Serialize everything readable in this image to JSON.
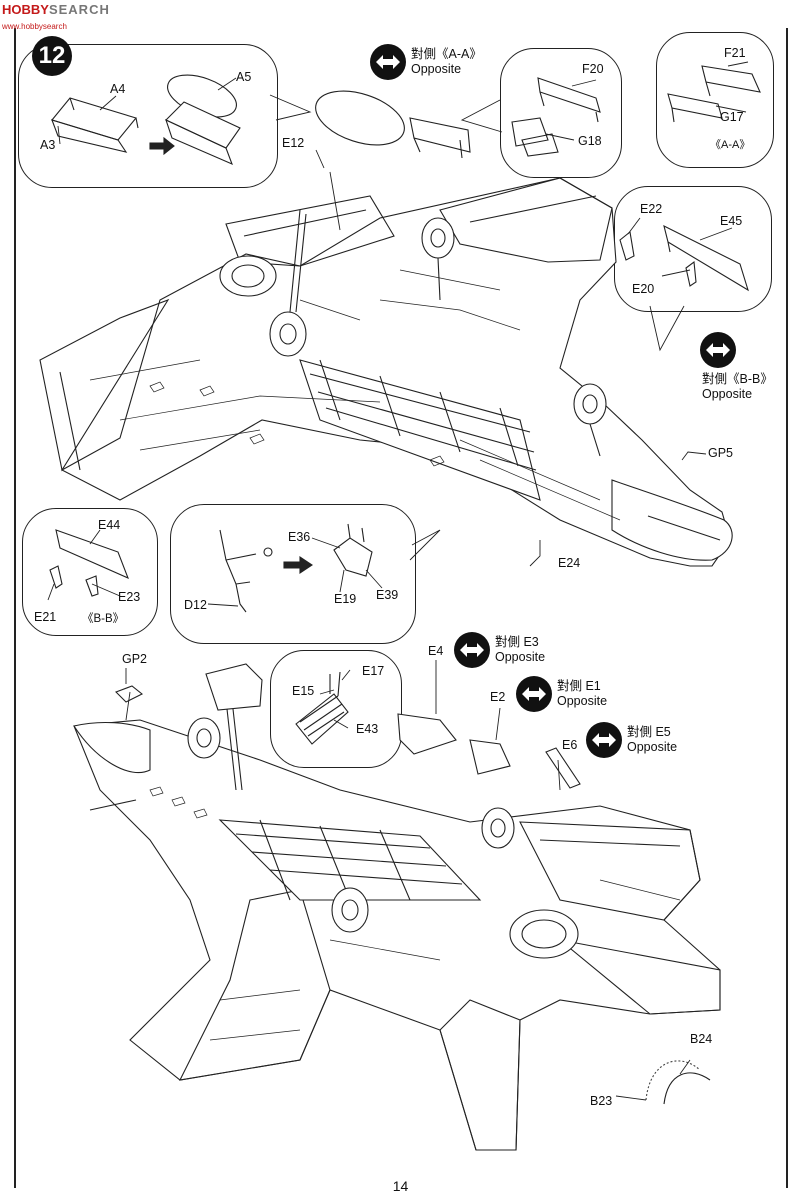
{
  "watermark": {
    "brand": "HOBBY",
    "brand2": "SEARCH",
    "url": "www.hobbysearch"
  },
  "step": {
    "number": "12"
  },
  "page_number": "14",
  "opposite": [
    {
      "id": "AA",
      "cjk": "對側《A-A》",
      "en": "Opposite"
    },
    {
      "id": "BB",
      "cjk": "對側《B-B》",
      "en": "Opposite"
    },
    {
      "id": "E3",
      "cjk": "對側 E3",
      "en": "Opposite"
    },
    {
      "id": "E1",
      "cjk": "對側 E1",
      "en": "Opposite"
    },
    {
      "id": "E5",
      "cjk": "對側 E5",
      "en": "Opposite"
    }
  ],
  "parts": {
    "A4": "A4",
    "A3": "A3",
    "A5": "A5",
    "E12": "E12",
    "F20": "F20",
    "G18": "G18",
    "F21": "F21",
    "G17": "G17",
    "AA": "《A-A》",
    "E22": "E22",
    "E45": "E45",
    "E20": "E20",
    "GP5": "GP5",
    "E44": "E44",
    "E23": "E23",
    "E21": "E21",
    "BB": "《B-B》",
    "E36": "E36",
    "E19": "E19",
    "E39": "E39",
    "D12": "D12",
    "E24": "E24",
    "GP2": "GP2",
    "E4": "E4",
    "E17": "E17",
    "E15": "E15",
    "E43": "E43",
    "E2": "E2",
    "E6": "E6",
    "B24": "B24",
    "B23": "B23"
  }
}
